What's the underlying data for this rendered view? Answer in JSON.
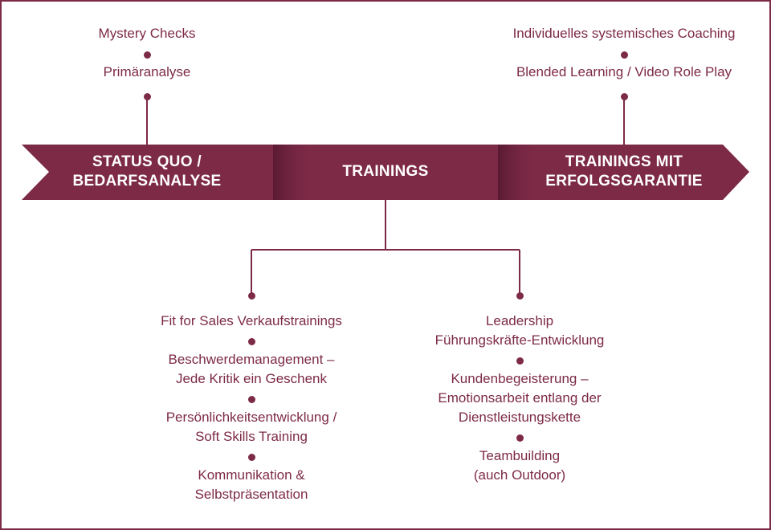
{
  "colors": {
    "primary": "#7d2a47",
    "primary_dark": "#5a1a31",
    "background": "#ffffff"
  },
  "stages": [
    {
      "line1": "STATUS QUO /",
      "line2": "BEDARFSANALYSE"
    },
    {
      "line1": "TRAININGS",
      "line2": ""
    },
    {
      "line1": "TRAININGS MIT",
      "line2": "ERFOLGSGARANTIE"
    }
  ],
  "top_left": [
    "Mystery Checks",
    "Primäranalyse"
  ],
  "top_right": [
    "Individuelles systemisches Coaching",
    "Blended Learning / Video Role Play"
  ],
  "bottom_left": [
    {
      "line1": "Fit for Sales Verkaufstrainings",
      "line2": ""
    },
    {
      "line1": "Beschwerdemanagement –",
      "line2": "Jede Kritik ein Geschenk"
    },
    {
      "line1": "Persönlichkeitsentwicklung /",
      "line2": "Soft Skills Training"
    },
    {
      "line1": "Kommunikation &",
      "line2": "Selbstpräsentation"
    }
  ],
  "bottom_right": [
    {
      "line1": "Leadership",
      "line2": "Führungskräfte-Entwicklung"
    },
    {
      "line1": "Kundenbegeisterung –",
      "line2": "Emotionsarbeit entlang der",
      "line3": "Dienstleistungskette"
    },
    {
      "line1": "Teambuilding",
      "line2": "(auch Outdoor)"
    }
  ]
}
